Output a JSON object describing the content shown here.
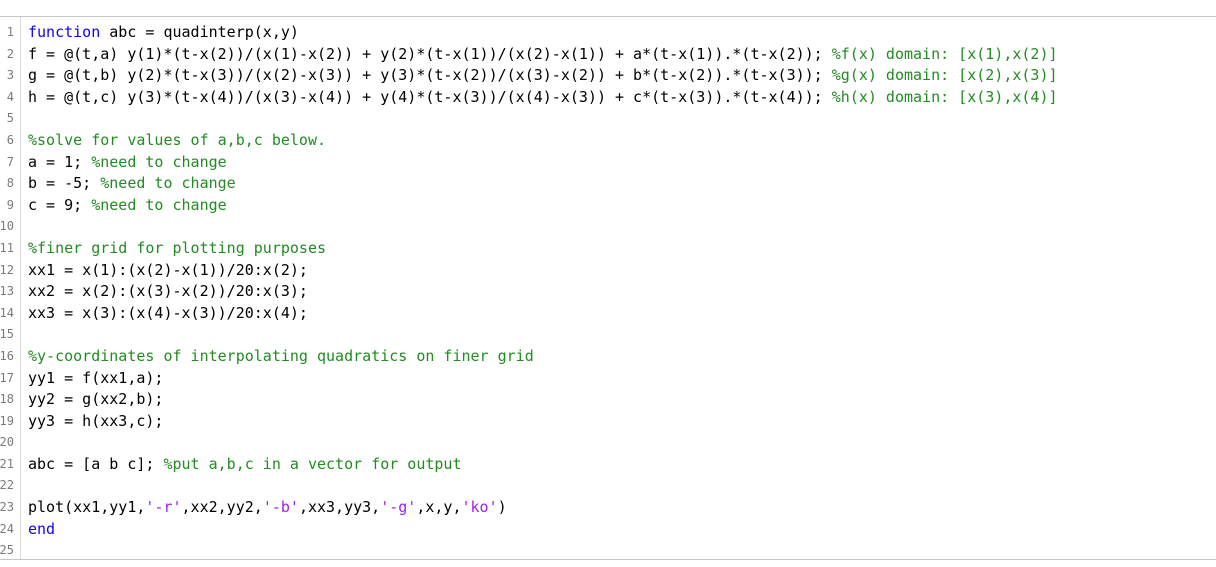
{
  "editor": {
    "lines": [
      {
        "num": "1",
        "segments": [
          {
            "t": "kw",
            "v": "function"
          },
          {
            "t": "tx",
            "v": " abc = quadinterp(x,y)"
          }
        ]
      },
      {
        "num": "2",
        "segments": [
          {
            "t": "tx",
            "v": "f = @(t,a) y(1)*(t-x(2))/(x(1)-x(2)) + y(2)*(t-x(1))/(x(2)-x(1)) + a*(t-x(1)).*(t-x(2)); "
          },
          {
            "t": "cm",
            "v": "%f(x) domain: [x(1),x(2)]"
          }
        ]
      },
      {
        "num": "3",
        "segments": [
          {
            "t": "tx",
            "v": "g = @(t,b) y(2)*(t-x(3))/(x(2)-x(3)) + y(3)*(t-x(2))/(x(3)-x(2)) + b*(t-x(2)).*(t-x(3)); "
          },
          {
            "t": "cm",
            "v": "%g(x) domain: [x(2),x(3)]"
          }
        ]
      },
      {
        "num": "4",
        "segments": [
          {
            "t": "tx",
            "v": "h = @(t,c) y(3)*(t-x(4))/(x(3)-x(4)) + y(4)*(t-x(3))/(x(4)-x(3)) + c*(t-x(3)).*(t-x(4)); "
          },
          {
            "t": "cm",
            "v": "%h(x) domain: [x(3),x(4)]"
          }
        ]
      },
      {
        "num": "5",
        "segments": []
      },
      {
        "num": "6",
        "segments": [
          {
            "t": "cm",
            "v": "%solve for values of a,b,c below."
          }
        ]
      },
      {
        "num": "7",
        "segments": [
          {
            "t": "tx",
            "v": "a = 1; "
          },
          {
            "t": "cm",
            "v": "%need to change"
          }
        ]
      },
      {
        "num": "8",
        "segments": [
          {
            "t": "tx",
            "v": "b = -5; "
          },
          {
            "t": "cm",
            "v": "%need to change"
          }
        ]
      },
      {
        "num": "9",
        "segments": [
          {
            "t": "tx",
            "v": "c = 9; "
          },
          {
            "t": "cm",
            "v": "%need to change"
          }
        ]
      },
      {
        "num": "10",
        "segments": []
      },
      {
        "num": "11",
        "segments": [
          {
            "t": "cm",
            "v": "%finer grid for plotting purposes"
          }
        ]
      },
      {
        "num": "12",
        "segments": [
          {
            "t": "tx",
            "v": "xx1 = x(1):(x(2)-x(1))/20:x(2);"
          }
        ]
      },
      {
        "num": "13",
        "segments": [
          {
            "t": "tx",
            "v": "xx2 = x(2):(x(3)-x(2))/20:x(3);"
          }
        ]
      },
      {
        "num": "14",
        "segments": [
          {
            "t": "tx",
            "v": "xx3 = x(3):(x(4)-x(3))/20:x(4);"
          }
        ]
      },
      {
        "num": "15",
        "segments": []
      },
      {
        "num": "16",
        "segments": [
          {
            "t": "cm",
            "v": "%y-coordinates of interpolating quadratics on finer grid"
          }
        ]
      },
      {
        "num": "17",
        "segments": [
          {
            "t": "tx",
            "v": "yy1 = f(xx1,a);"
          }
        ]
      },
      {
        "num": "18",
        "segments": [
          {
            "t": "tx",
            "v": "yy2 = g(xx2,b);"
          }
        ]
      },
      {
        "num": "19",
        "segments": [
          {
            "t": "tx",
            "v": "yy3 = h(xx3,c);"
          }
        ]
      },
      {
        "num": "20",
        "segments": []
      },
      {
        "num": "21",
        "segments": [
          {
            "t": "tx",
            "v": "abc = [a b c]; "
          },
          {
            "t": "cm",
            "v": "%put a,b,c in a vector for output"
          }
        ]
      },
      {
        "num": "22",
        "segments": []
      },
      {
        "num": "23",
        "segments": [
          {
            "t": "tx",
            "v": "plot(xx1,yy1,"
          },
          {
            "t": "str",
            "v": "'-r'"
          },
          {
            "t": "tx",
            "v": ",xx2,yy2,"
          },
          {
            "t": "str",
            "v": "'-b'"
          },
          {
            "t": "tx",
            "v": ",xx3,yy3,"
          },
          {
            "t": "str",
            "v": "'-g'"
          },
          {
            "t": "tx",
            "v": ",x,y,"
          },
          {
            "t": "str",
            "v": "'ko'"
          },
          {
            "t": "tx",
            "v": ")"
          }
        ]
      },
      {
        "num": "24",
        "segments": [
          {
            "t": "kw",
            "v": "end"
          }
        ]
      },
      {
        "num": "25",
        "segments": []
      }
    ]
  },
  "colors": {
    "keyword": "#0e00ff",
    "comment": "#228b22",
    "string": "#a020f0",
    "text": "#000000"
  }
}
